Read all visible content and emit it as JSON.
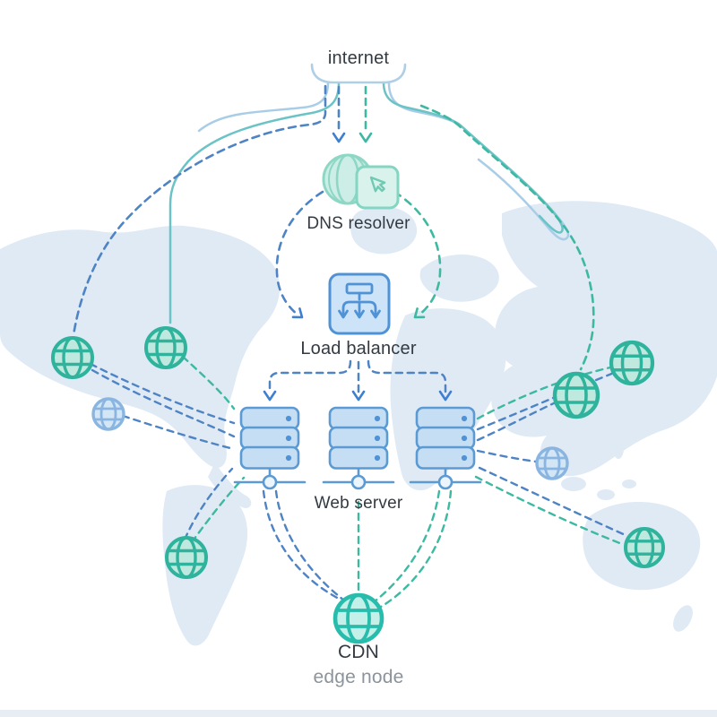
{
  "diagram": {
    "nodes": {
      "internet": {
        "label": "internet"
      },
      "dns_resolver": {
        "label": "DNS resolver"
      },
      "load_balancer": {
        "label": "Load balancer"
      },
      "web_server": {
        "label": "Web server"
      },
      "cdn": {
        "label": "CDN",
        "sublabel": "edge node"
      }
    },
    "edge_globes": {
      "teal_count": 6,
      "blue_count": 2
    },
    "colors": {
      "dashed_blue": "#4e83c4",
      "dashed_teal": "#3db9a2",
      "solid_light_blue": "#a9cde6",
      "solid_teal": "#6cc3c6",
      "node_blue_fill": "#cde3f7",
      "node_blue_stroke": "#4f93d6",
      "node_green_fill": "#d9f3ec",
      "node_green_stroke": "#84d5c2",
      "globe_teal": "#2fb39d",
      "globe_blue": "#8ab5e0",
      "map": "#dfeaf5",
      "label_dark": "#333a41",
      "label_gray": "#8b949c"
    }
  }
}
